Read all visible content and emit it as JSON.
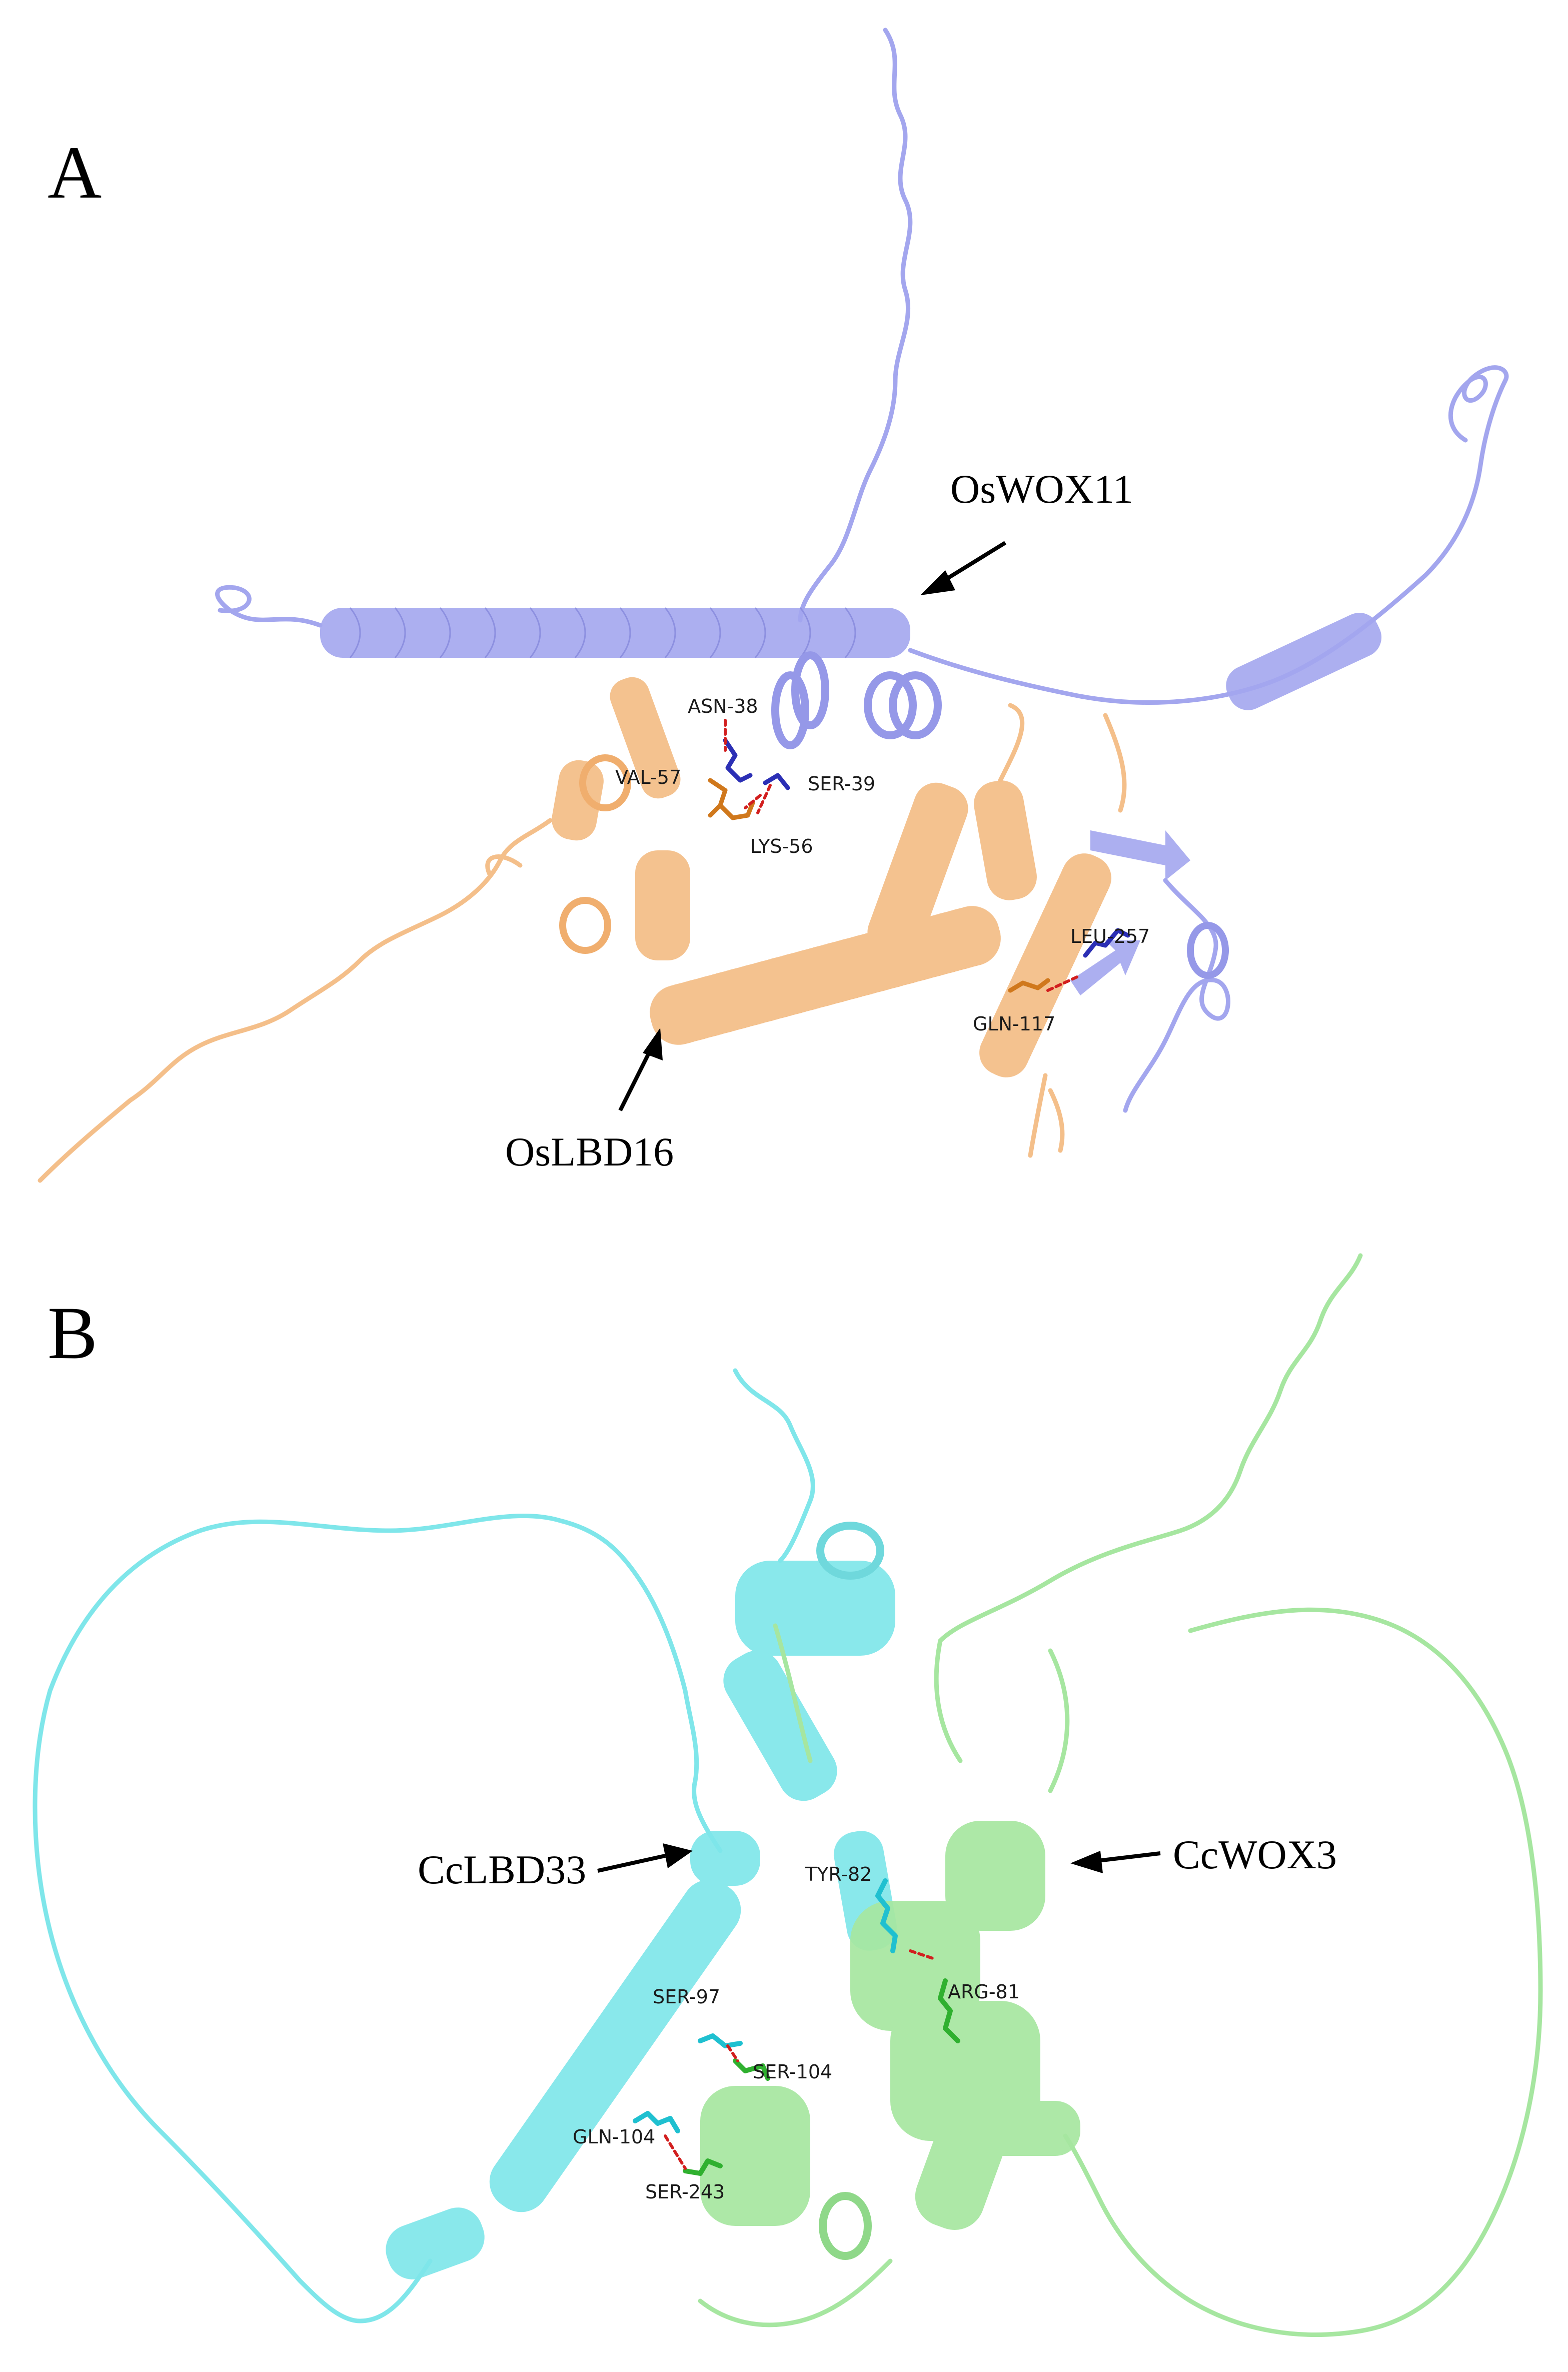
{
  "panels": [
    {
      "letter": "A",
      "proteins": [
        {
          "name": "OsWOX11",
          "color": "#a3a6ee"
        },
        {
          "name": "OsLBD16",
          "color": "#f4bf8a"
        }
      ],
      "residues": [
        "ASN-38",
        "VAL-57",
        "SER-39",
        "LYS-56",
        "LEU-257",
        "GLN-117"
      ]
    },
    {
      "letter": "B",
      "proteins": [
        {
          "name": "CcLBD33",
          "color": "#7fe6ea"
        },
        {
          "name": "CcWOX3",
          "color": "#a6e6a0"
        }
      ],
      "residues": [
        "TYR-82",
        "ARG-81",
        "SER-97",
        "SER-104",
        "GLN-104",
        "SER-243"
      ]
    }
  ],
  "colors": {
    "blue_chain": "#a3a6ee",
    "blue_stick": "#2b2fb5",
    "orange_chain": "#f4bf8a",
    "orange_stick": "#d0781c",
    "cyan_chain": "#7fe6ea",
    "cyan_stick": "#1fc0d0",
    "green_chain": "#a6e6a0",
    "green_stick": "#2fb02f",
    "hbond": "#d21e1e"
  }
}
